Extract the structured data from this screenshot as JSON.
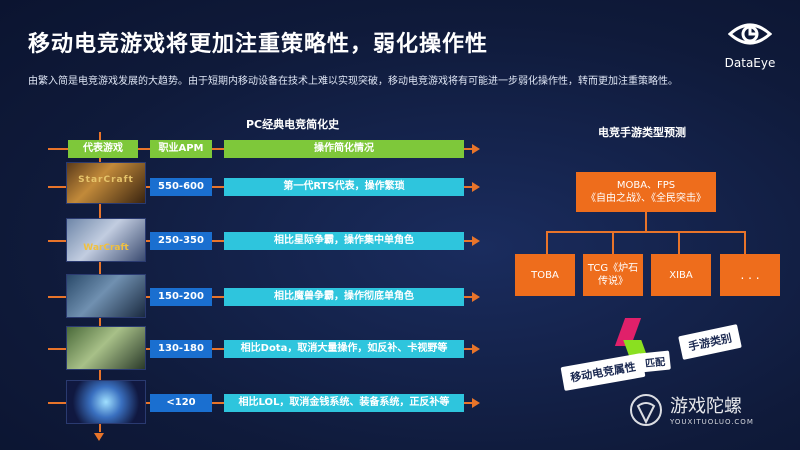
{
  "header": {
    "title": "移动电竞游戏将更加注重策略性，弱化操作性",
    "subtitle": "由繁入简是电竞游戏发展的大趋势。由于短期内移动设备在技术上难以实现突破，移动电竞游戏将有可能进一步弱化操作性，转而更加注重策略性。"
  },
  "logo": {
    "text": "DataEye"
  },
  "history": {
    "title": "PC经典电竞简化史",
    "headers": [
      "代表游戏",
      "职业APM",
      "操作简化情况"
    ],
    "rows": [
      {
        "game_art": "StarCraft",
        "apm": "550-600",
        "desc": "第一代RTS代表，操作繁琐"
      },
      {
        "game_art": "WarCraft",
        "apm": "250-350",
        "desc": "相比星际争霸，操作集中单角色"
      },
      {
        "game_art": "",
        "apm": "150-200",
        "desc": "相比魔兽争霸，操作彻底单角色"
      },
      {
        "game_art": "",
        "apm": "130-180",
        "desc": "相比Dota，取消大量操作，如反补、卡视野等"
      },
      {
        "game_art": "",
        "apm": "<120",
        "desc": "相比LOL，取消金钱系统、装备系统，正反补等"
      }
    ]
  },
  "forecast": {
    "title": "电竞手游类型预测",
    "top_box_line1": "MOBA、FPS",
    "top_box_line2": "《自由之战》、《全民突击》",
    "children": [
      "TOBA",
      "TCG《炉石传说》",
      "XIBA",
      ". . ."
    ]
  },
  "tags": {
    "left": "移动电竞属性",
    "middle": "匹配",
    "right": "手游类别"
  },
  "watermark": {
    "name": "游戏陀螺",
    "url": "YOUXITUOLUO.COM"
  },
  "colors": {
    "orange": "#e8742a",
    "green": "#7ec83a",
    "blue": "#1a6fd0",
    "cyan": "#2ec5dd"
  }
}
